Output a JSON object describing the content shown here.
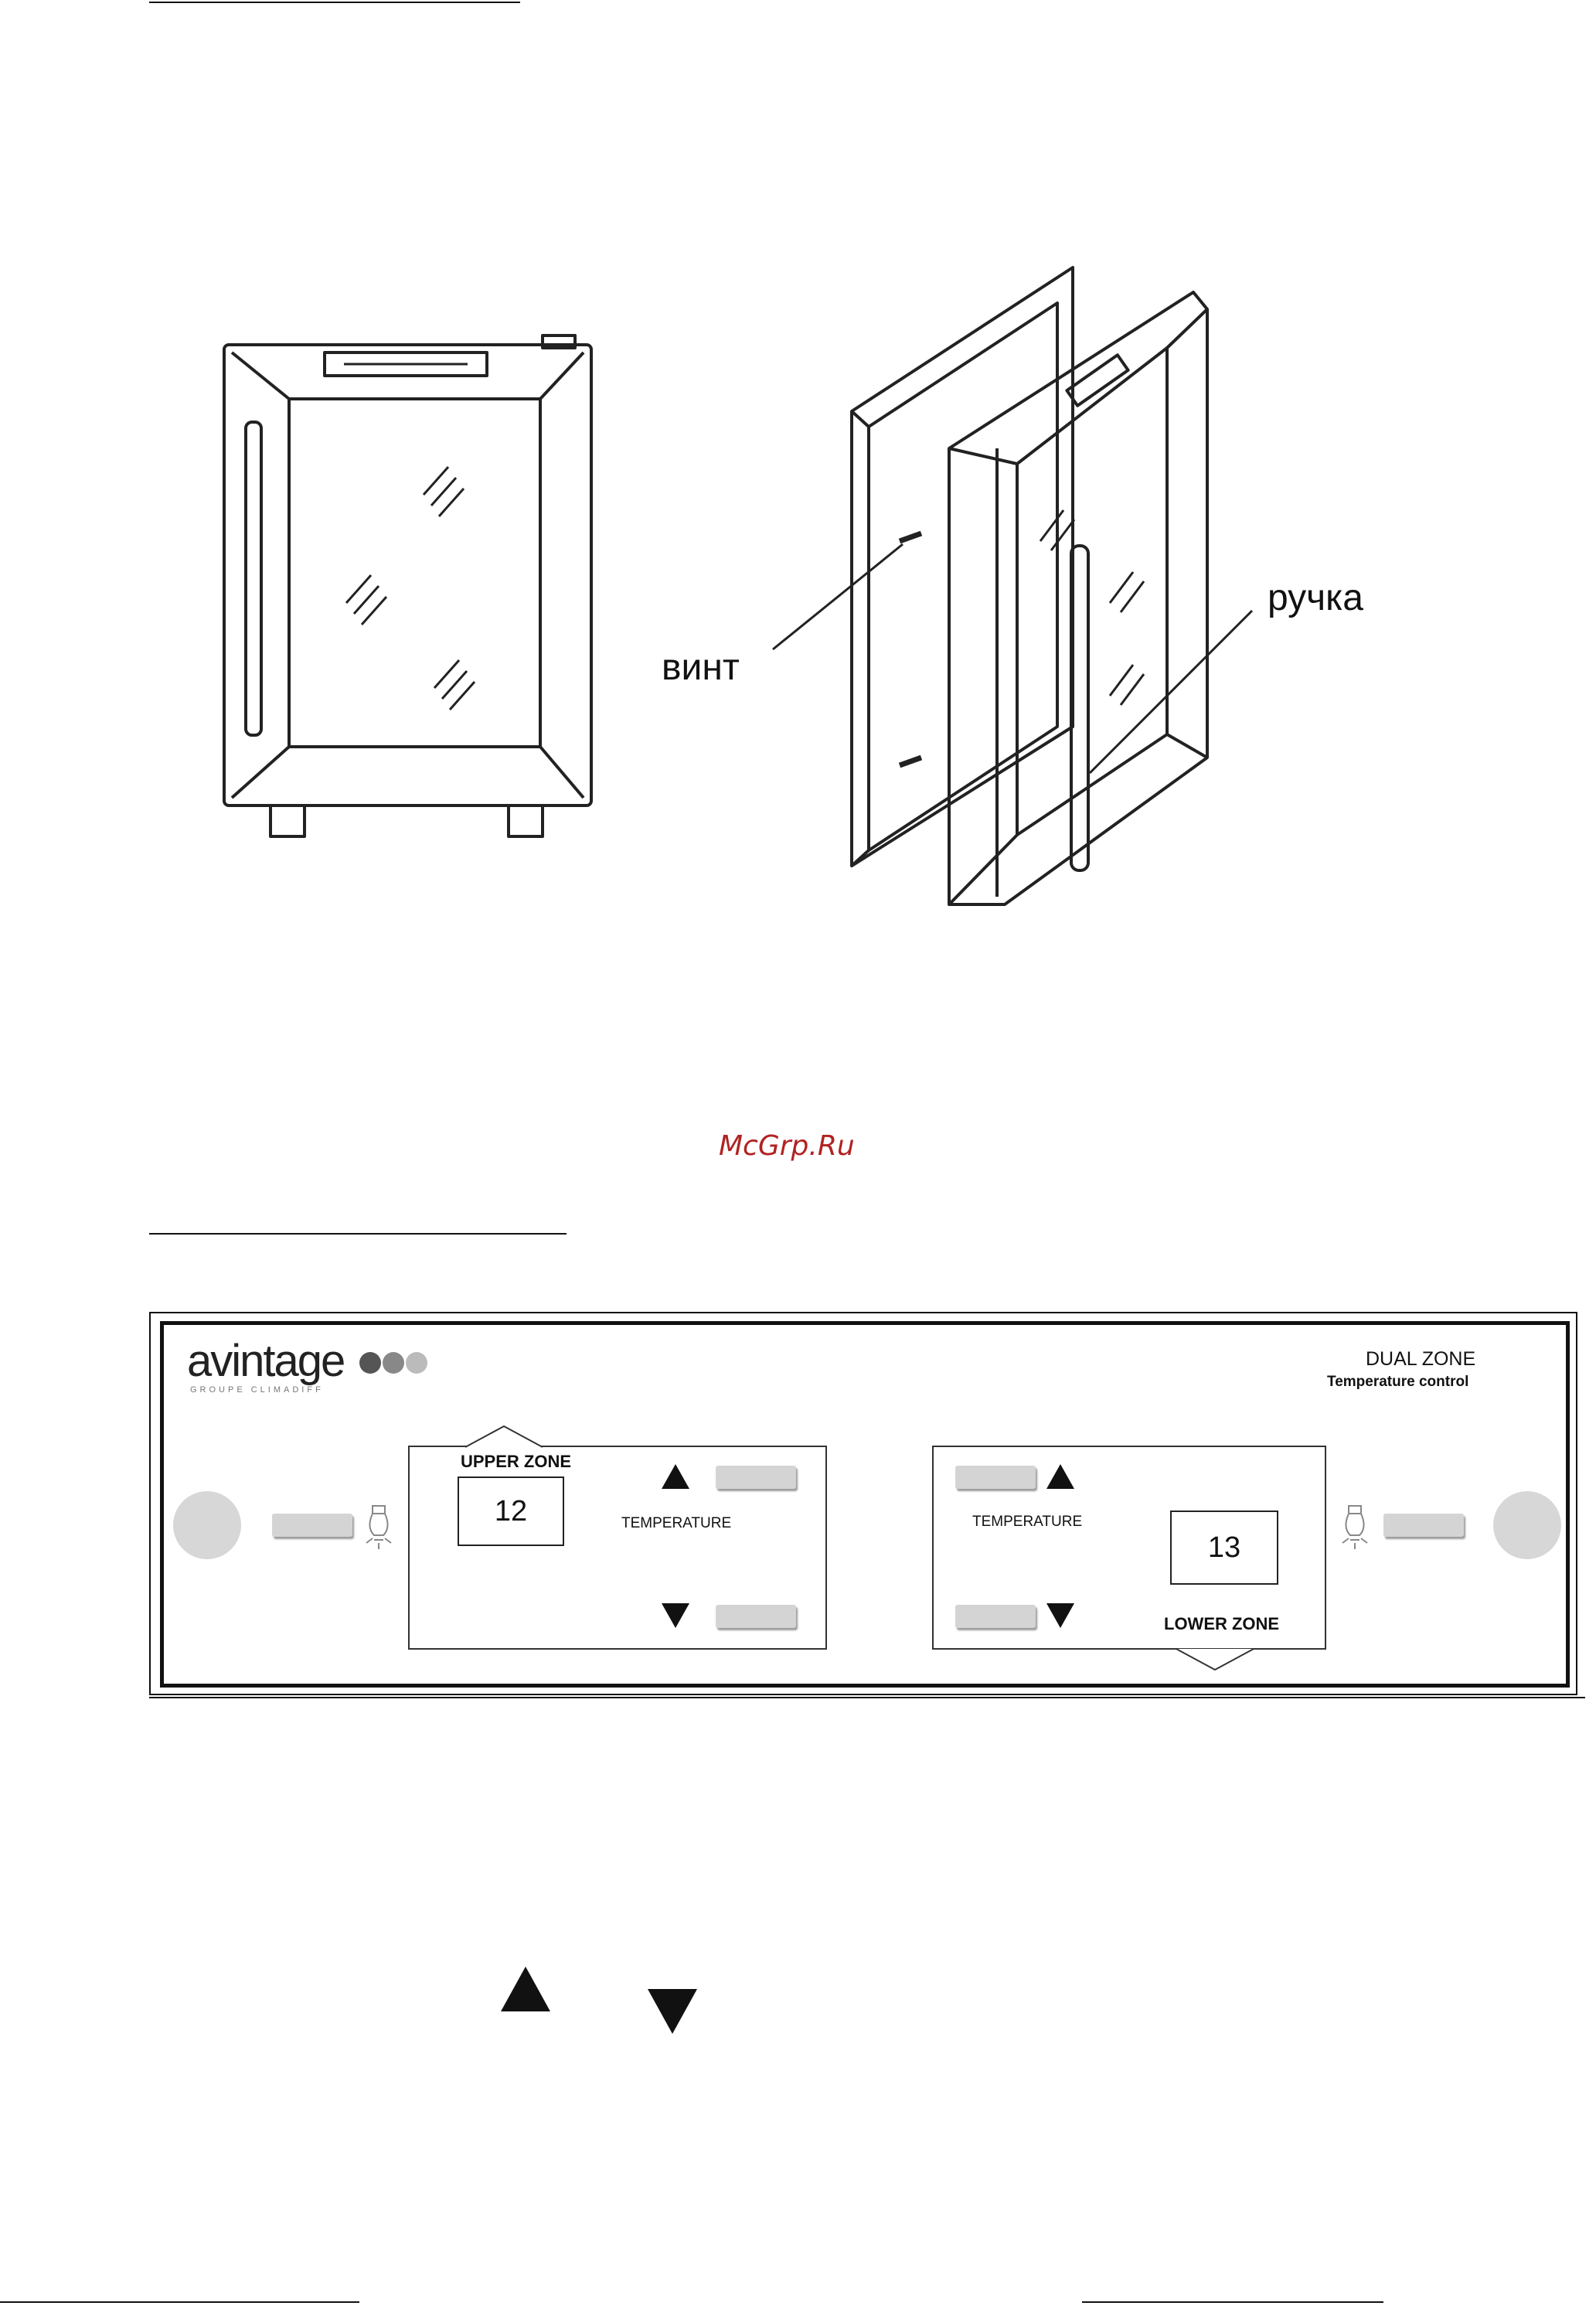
{
  "figure": {
    "label_screw": "винт",
    "label_handle": "ручка"
  },
  "watermark": "McGrp.Ru",
  "panel": {
    "brand": "avintage",
    "brand_sub": "GROUPE CLIMADIFF",
    "brand_dot_colors": [
      "#555555",
      "#888888",
      "#bbbbbb"
    ],
    "title": "DUAL ZONE",
    "subtitle": "Temperature control",
    "upper_zone": {
      "label": "UPPER ZONE",
      "temperature_label": "TEMPERATURE",
      "value": "12",
      "up_icon": "up-arrow-icon",
      "down_icon": "down-arrow-icon"
    },
    "lower_zone": {
      "label": "LOWER ZONE",
      "temperature_label": "TEMPERATURE",
      "value": "13",
      "up_icon": "up-arrow-icon",
      "down_icon": "down-arrow-icon"
    },
    "light_icon": "light-bulb-icon",
    "button_color": "#d4d4d4",
    "power_button_color": "#d7d7d7"
  },
  "legend_icons": [
    "up-arrow-icon",
    "down-arrow-icon"
  ]
}
